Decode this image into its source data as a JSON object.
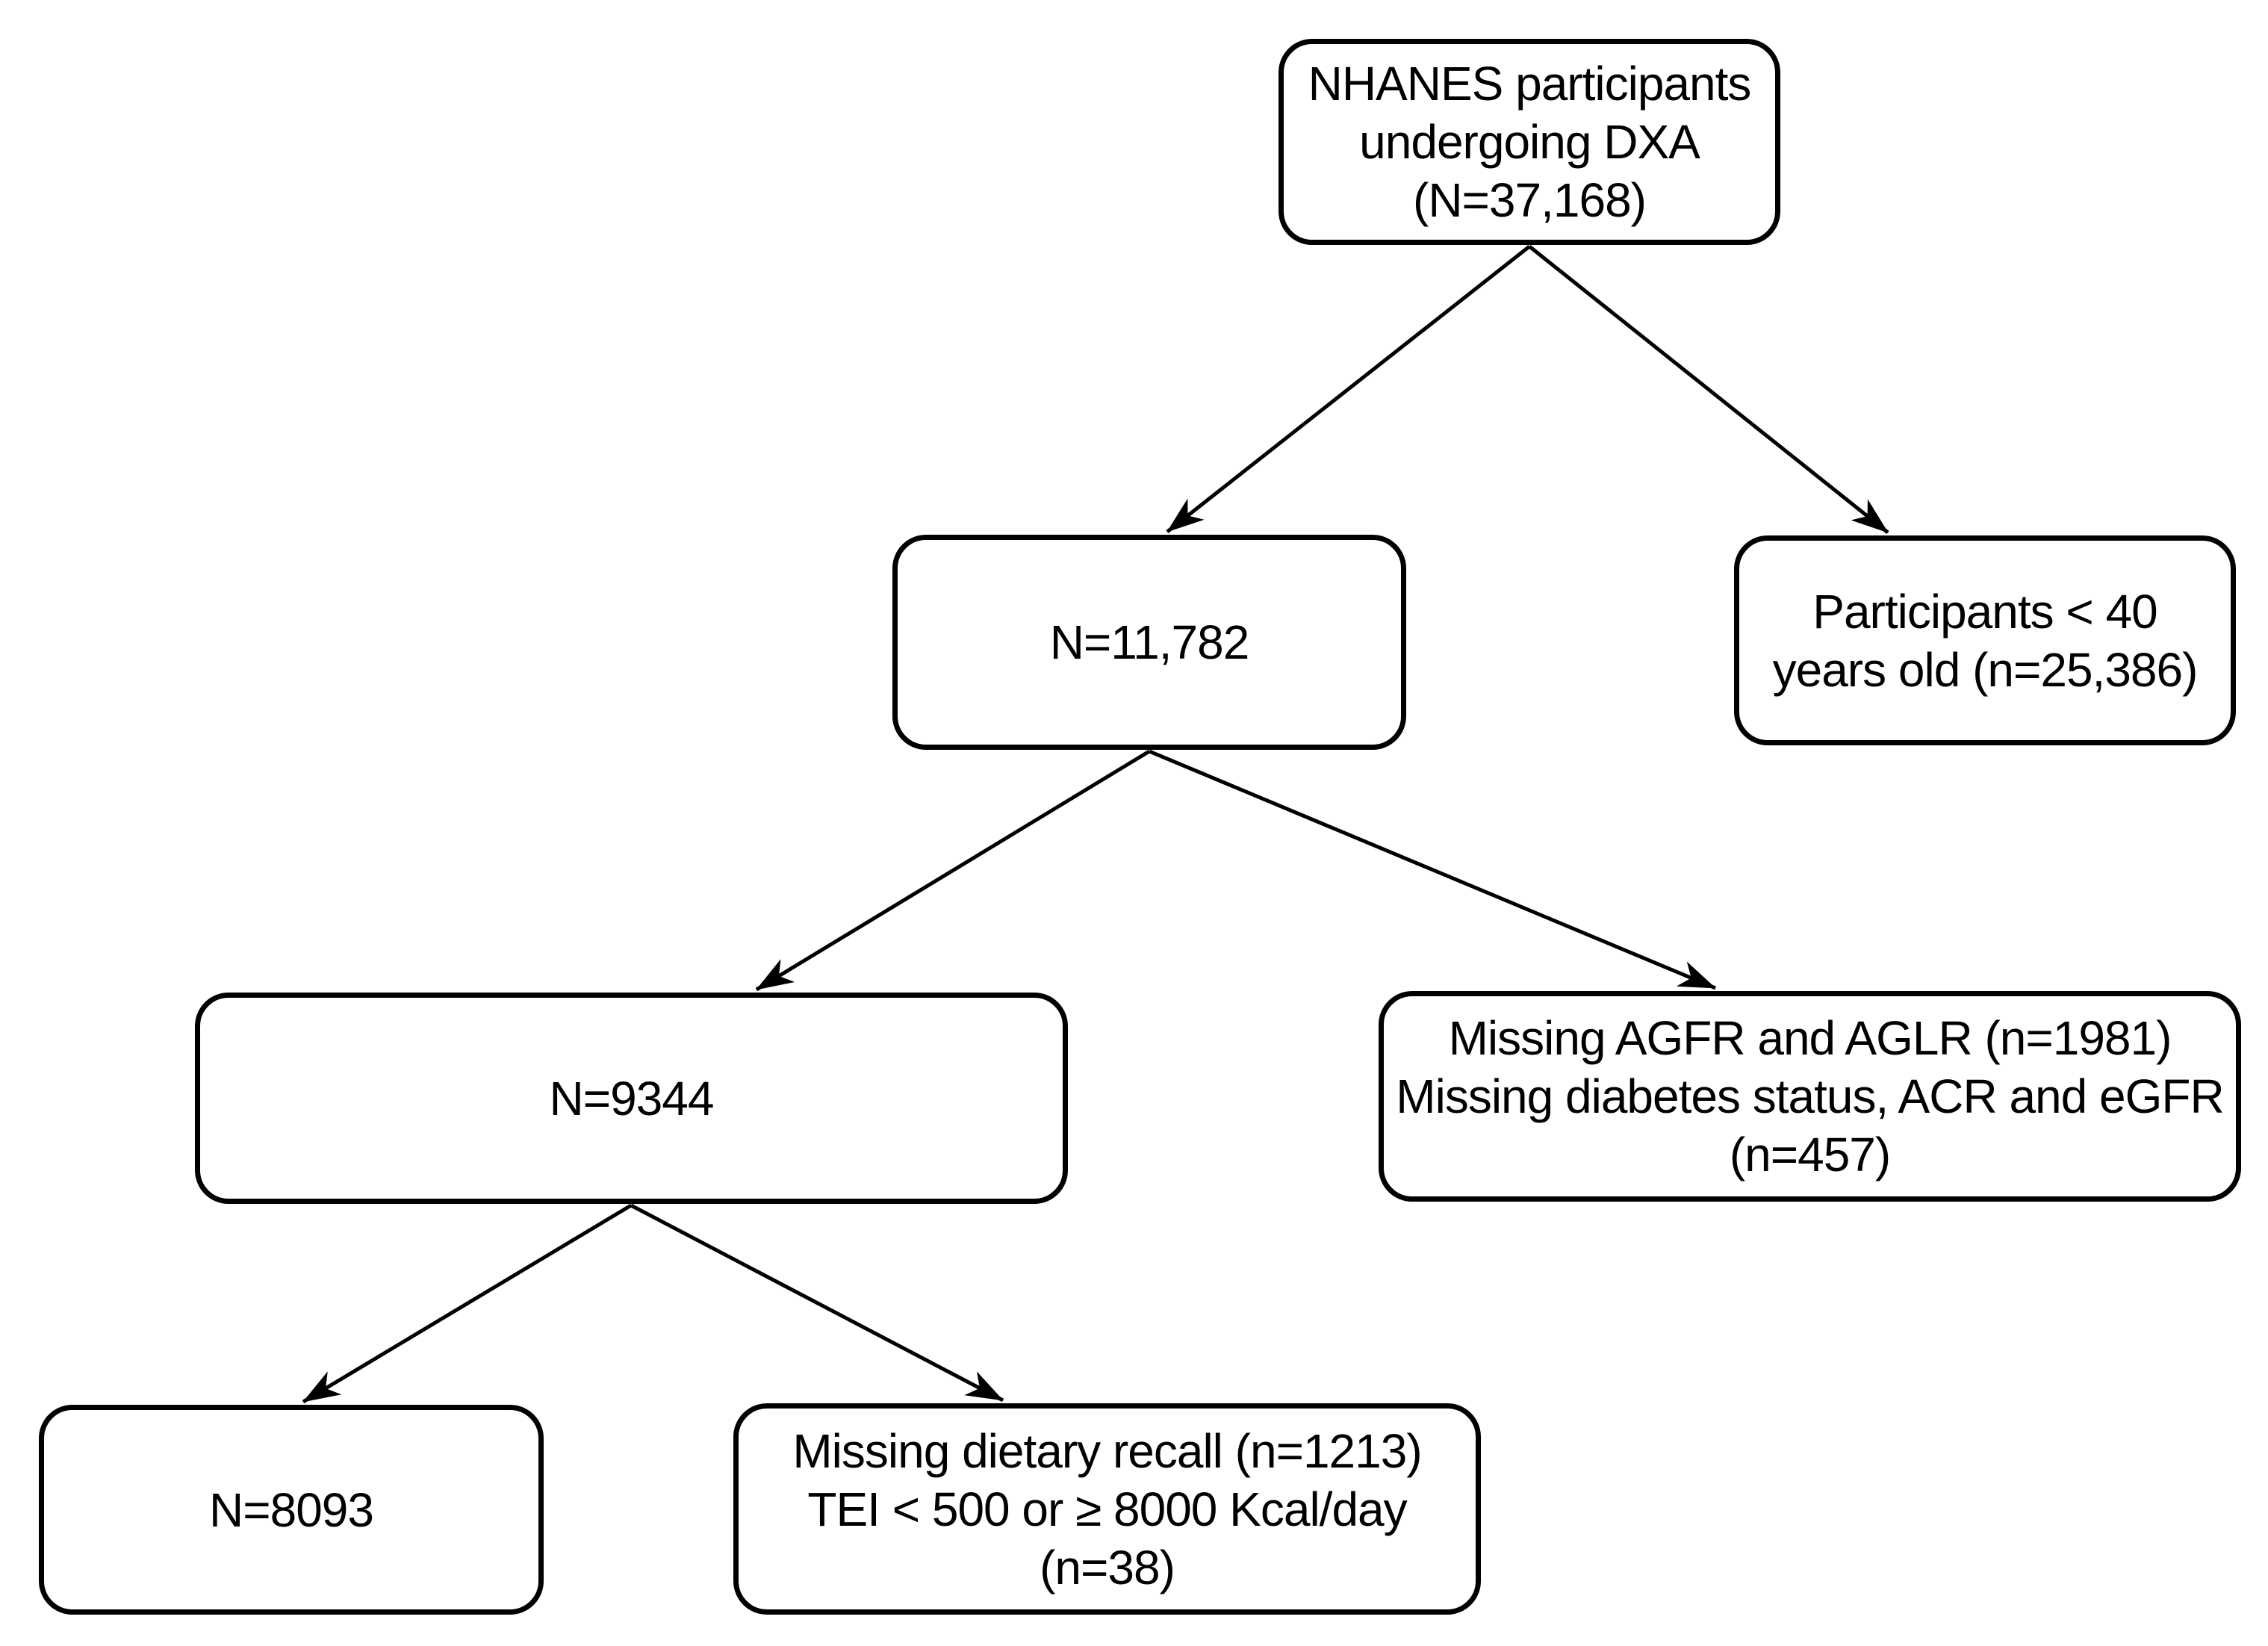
{
  "diagram": {
    "type": "flowchart",
    "background_color": "#ffffff",
    "line_color": "#000000",
    "text_color": "#000000",
    "nodes": {
      "root": {
        "lines": [
          "NHANES participants",
          "undergoing DXA",
          "(N=37,168)"
        ]
      },
      "level2_keep": {
        "lines": [
          "N=11,782"
        ]
      },
      "level2_excluded": {
        "lines": [
          "Participants < 40",
          "years old (n=25,386)"
        ]
      },
      "level3_keep": {
        "lines": [
          "N=9344"
        ]
      },
      "level3_excluded": {
        "lines": [
          "Missing AGFR and AGLR (n=1981)",
          "Missing diabetes status, ACR and eGFR",
          "(n=457)"
        ]
      },
      "level4_keep": {
        "lines": [
          "N=8093"
        ]
      },
      "level4_excluded": {
        "lines": [
          "Missing dietary recall (n=1213)",
          "TEI < 500 or ≥ 8000 Kcal/day",
          "(n=38)"
        ]
      }
    },
    "edges": [
      {
        "from": "root",
        "to": "level2_keep"
      },
      {
        "from": "root",
        "to": "level2_excluded"
      },
      {
        "from": "level2_keep",
        "to": "level3_keep"
      },
      {
        "from": "level2_keep",
        "to": "level3_excluded"
      },
      {
        "from": "level3_keep",
        "to": "level4_keep"
      },
      {
        "from": "level3_keep",
        "to": "level4_excluded"
      }
    ]
  }
}
